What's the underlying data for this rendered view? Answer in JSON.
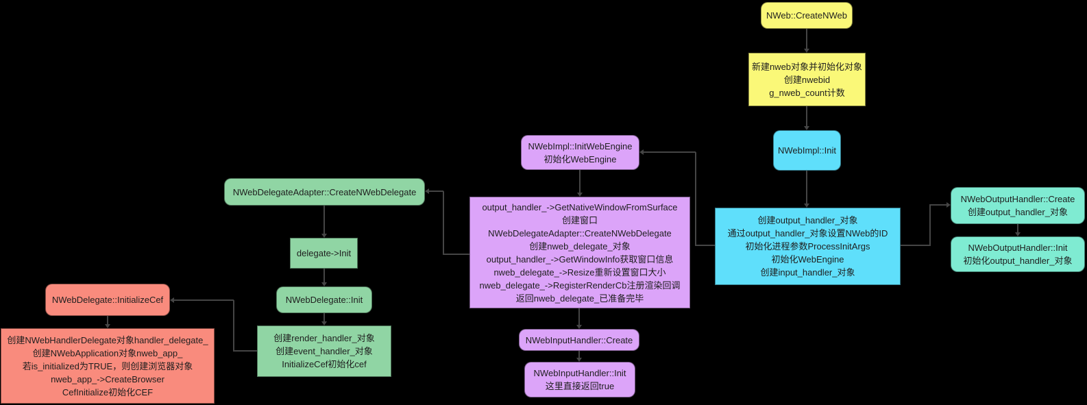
{
  "colors": {
    "background": "#000000",
    "line": "#454545",
    "yellow": "#FAF878",
    "cyan": "#5FDFFB",
    "teal": "#7FEBD2",
    "purple": "#DCA4F9",
    "green": "#90D5A4",
    "salmon": "#F98B7D",
    "text": "#1E1E1E"
  },
  "nodes": {
    "create_nweb": {
      "label": "NWeb::CreateNWeb"
    },
    "nweb_detail": {
      "label": "新建nweb对象并初始化对象\n创建nwebid\ng_nweb_count计数"
    },
    "nwebimpl_init": {
      "label": "NWebImpl::Init"
    },
    "impl_detail": {
      "label": "创建output_handler_对象\n通过output_handler_对象设置NWeb的ID\n初始化进程参数ProcessInitArgs\n初始化WebEngine\n创建input_handler_对象"
    },
    "output_create": {
      "label": "NWebOutputHandler::Create\n创建output_handler_对象"
    },
    "output_init": {
      "label": "NWebOutputHandler::Init\n初始化output_handler_对象"
    },
    "init_web_engine": {
      "label": "NWebImpl::InitWebEngine\n初始化WebEngine"
    },
    "engine_detail": {
      "label": "output_handler_->GetNativeWindowFromSurface\n创建窗口\nNWebDelegateAdapter::CreateNWebDelegate\n创建nweb_delegate_对象\noutput_handler_->GetWindowInfo获取窗口信息\nnweb_delegate_->Resize重新设置窗口大小\nnweb_delegate_->RegisterRenderCb注册渲染回调\n返回nweb_delegate_已准备完毕"
    },
    "input_create": {
      "label": "NWebInputHandler::Create"
    },
    "input_init": {
      "label": "NWebInputHandler::Init\n这里直接返回true"
    },
    "create_delegate": {
      "label": "NWebDelegateAdapter::CreateNWebDelegate"
    },
    "delegate_init": {
      "label": "delegate->Init"
    },
    "nwebdelegate_init": {
      "label": "NWebDelegate::Init"
    },
    "delegate_detail": {
      "label": "创建render_handler_对象\n创建event_handler_对象\nInitializeCef初始化cef"
    },
    "initialize_cef": {
      "label": "NWebDelegate::InitializeCef"
    },
    "cef_detail": {
      "label": "创建NWebHandlerDelegate对象handler_delegate_\n创建NWebApplication对象nweb_app_\n若is_initialized为TRUE，则创建浏览器对象\nnweb_app_->CreateBrowser\nCefInitialize初始化CEF"
    }
  }
}
